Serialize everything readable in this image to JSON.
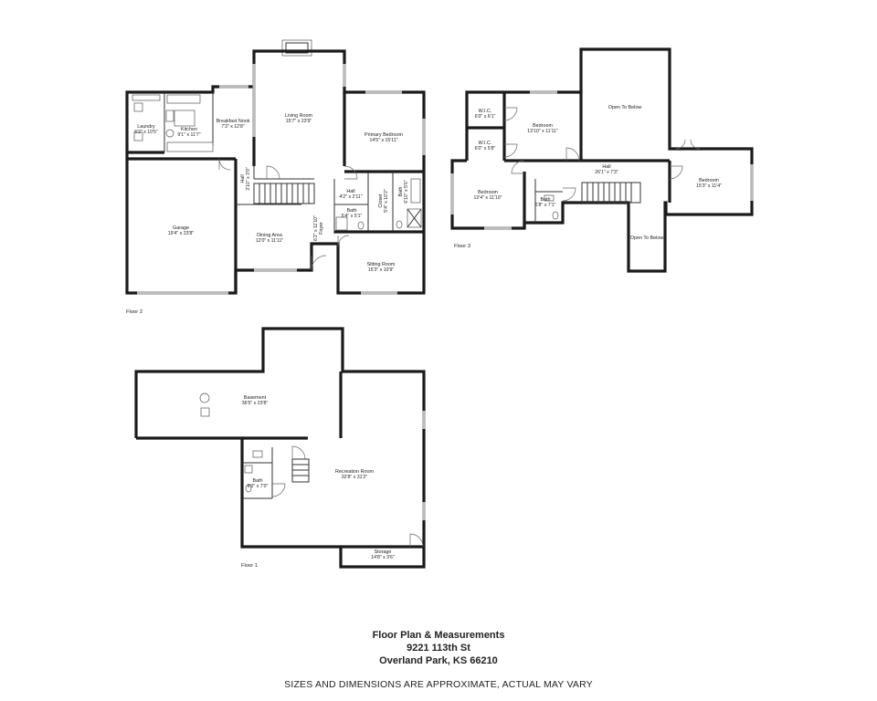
{
  "floors": {
    "floor2": {
      "label": "Floor 2",
      "rooms": {
        "laundry": {
          "name": "Laundry",
          "dim": "6'2\" x 10'5\""
        },
        "kitchen": {
          "name": "Kitchen",
          "dim": "9'1\" x 11'7\""
        },
        "breakfast": {
          "name": "Breakfast Nook",
          "dim": "7'3\" x 12'8\""
        },
        "living": {
          "name": "Living Room",
          "dim": "15'7\" x 23'9\""
        },
        "primary": {
          "name": "Primary Bedroom",
          "dim": "14'5\" x 15'11\""
        },
        "garage": {
          "name": "Garage",
          "dim": "19'4\" x 23'8\""
        },
        "dining": {
          "name": "Dining Area",
          "dim": "12'0\" x 11'11\""
        },
        "hall": {
          "name": "Hall",
          "dim": "4'2\" x 2'11\""
        },
        "bath": {
          "name": "Bath",
          "dim": "5'4\" x 5'1\""
        },
        "sitting": {
          "name": "Sitting Room",
          "dim": "15'3\" x 10'9\""
        },
        "foyer": {
          "name": "Foyer",
          "dim": "6'2\" x 11'10\""
        },
        "hall_v": {
          "name": "Hall",
          "dim": "3'10\" x 3'9\""
        },
        "closet": {
          "name": "Closet",
          "dim": "5'4\" x 10'2\""
        },
        "bath2": {
          "name": "Bath",
          "dim": "6'10\" x 5'6\""
        }
      }
    },
    "floor3": {
      "label": "Floor 3",
      "rooms": {
        "wic1": {
          "name": "W.I.C.",
          "dim": "6'0\" x 6'1\""
        },
        "wic2": {
          "name": "W.I.C.",
          "dim": "6'0\" x 5'8\""
        },
        "bedroom_a": {
          "name": "Bedroom",
          "dim": "13'10\" x 11'11\""
        },
        "open1": {
          "name": "Open To Below"
        },
        "hall": {
          "name": "Hall",
          "dim": "26'1\" x 7'3\""
        },
        "bedroom_b": {
          "name": "Bedroom",
          "dim": "12'4\" x 11'10\""
        },
        "bath": {
          "name": "Bath",
          "dim": "6'8\" x 7'1\""
        },
        "bedroom_c": {
          "name": "Bedroom",
          "dim": "15'3\" x 11'4\""
        },
        "open2": {
          "name": "Open To Below"
        }
      }
    },
    "floor1": {
      "label": "Floor 1",
      "rooms": {
        "basement": {
          "name": "Basement",
          "dim": "36'5\" x 23'8\""
        },
        "bath": {
          "name": "Bath",
          "dim": "6'0\" x 7'0\""
        },
        "recreation": {
          "name": "Recreation Room",
          "dim": "32'8\" x 31'2\""
        },
        "storage": {
          "name": "Storage",
          "dim": "14'8\" x 3'6\""
        }
      }
    }
  },
  "caption": {
    "title": "Floor Plan & Measurements",
    "street": "9221 113th St",
    "city": "Overland Park, KS 66210",
    "disclaimer": "SIZES AND DIMENSIONS ARE APPROXIMATE, ACTUAL MAY VARY"
  }
}
